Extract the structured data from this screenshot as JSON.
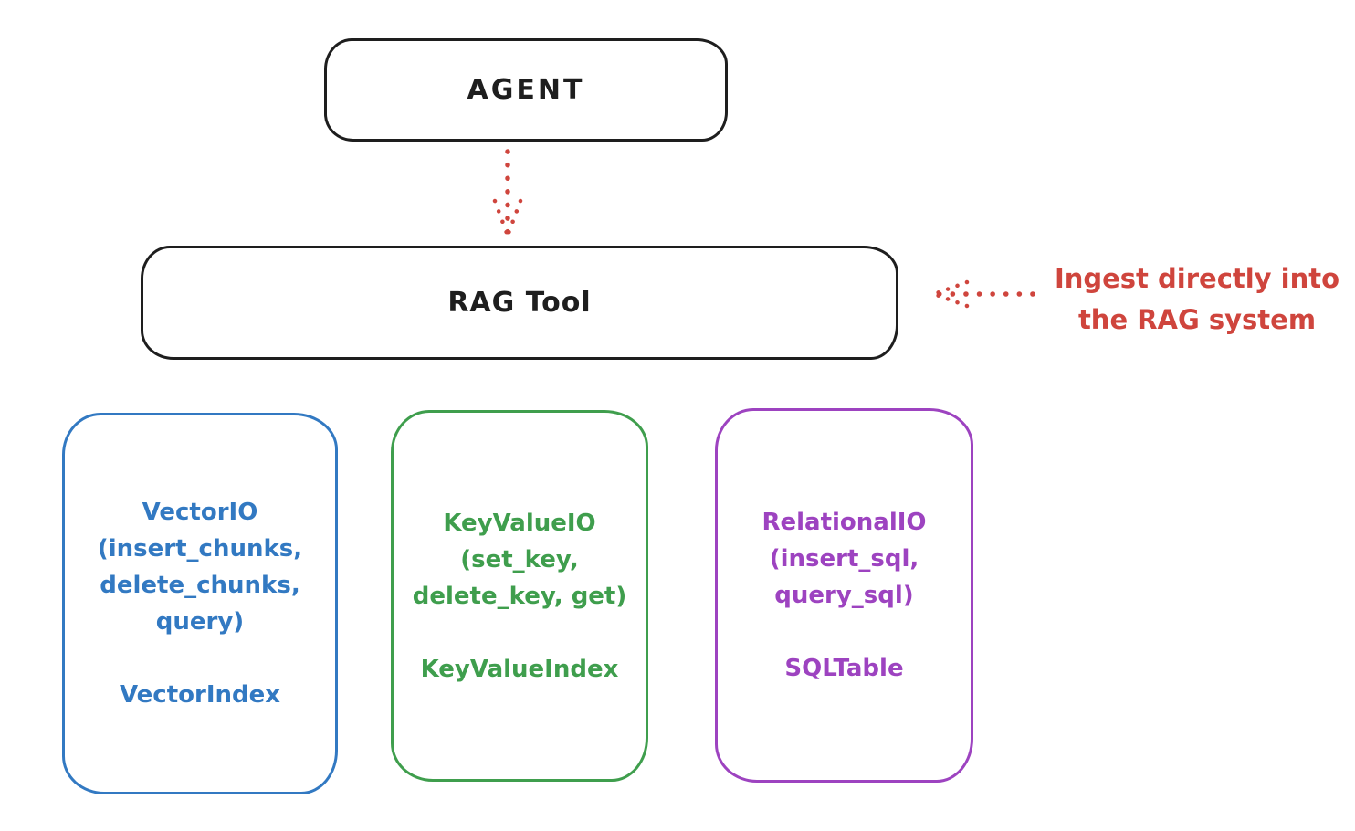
{
  "colors": {
    "ink": "#1e1e1e",
    "red": "#cf453d",
    "blue": "#3279c2",
    "green": "#3f9e4d",
    "purple": "#9d43c0",
    "canvas_bg": "#ffffff"
  },
  "agent_box": {
    "label": "AGENT"
  },
  "rag_tool_box": {
    "label": "RAG Tool"
  },
  "annotation": {
    "line1": "Ingest directly into",
    "line2": "the RAG system"
  },
  "arrows": {
    "agent_to_rag": "red-dotted-down-arrow",
    "ingest_to_rag": "red-dotted-left-arrow"
  },
  "io_boxes": {
    "vector": {
      "title": "VectorIO",
      "params": [
        "(insert_chunks,",
        "delete_chunks,",
        "query)"
      ],
      "index": "VectorIndex"
    },
    "keyvalue": {
      "title": "KeyValueIO",
      "params": [
        "(set_key,",
        "delete_key, get)"
      ],
      "index": "KeyValueIndex"
    },
    "relational": {
      "title": "RelationalIO",
      "params": [
        "(insert_sql,",
        "query_sql)"
      ],
      "index": "SQLTable"
    }
  }
}
